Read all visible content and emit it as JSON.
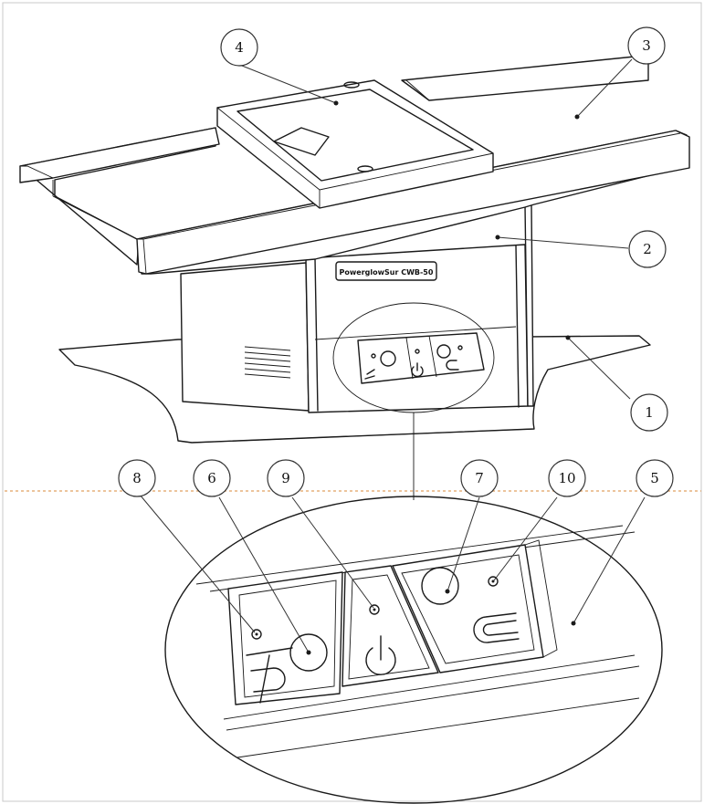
{
  "diagram": {
    "nameplate_text": "PowerglowSur CWB-50",
    "callouts": [
      {
        "id": "1",
        "label": "1"
      },
      {
        "id": "2",
        "label": "2"
      },
      {
        "id": "3",
        "label": "3"
      },
      {
        "id": "4",
        "label": "4"
      },
      {
        "id": "5",
        "label": "5"
      },
      {
        "id": "6",
        "label": "6"
      },
      {
        "id": "7",
        "label": "7"
      },
      {
        "id": "8",
        "label": "8"
      },
      {
        "id": "9",
        "label": "9"
      },
      {
        "id": "10",
        "label": "10"
      }
    ],
    "colors": {
      "line": "#1a1a1a",
      "divider": "#e0a060",
      "background": "#ffffff"
    },
    "icons": [
      "magnet-off-icon",
      "power-icon",
      "magnet-icon",
      "indicator-led-icon",
      "knob-icon"
    ]
  }
}
